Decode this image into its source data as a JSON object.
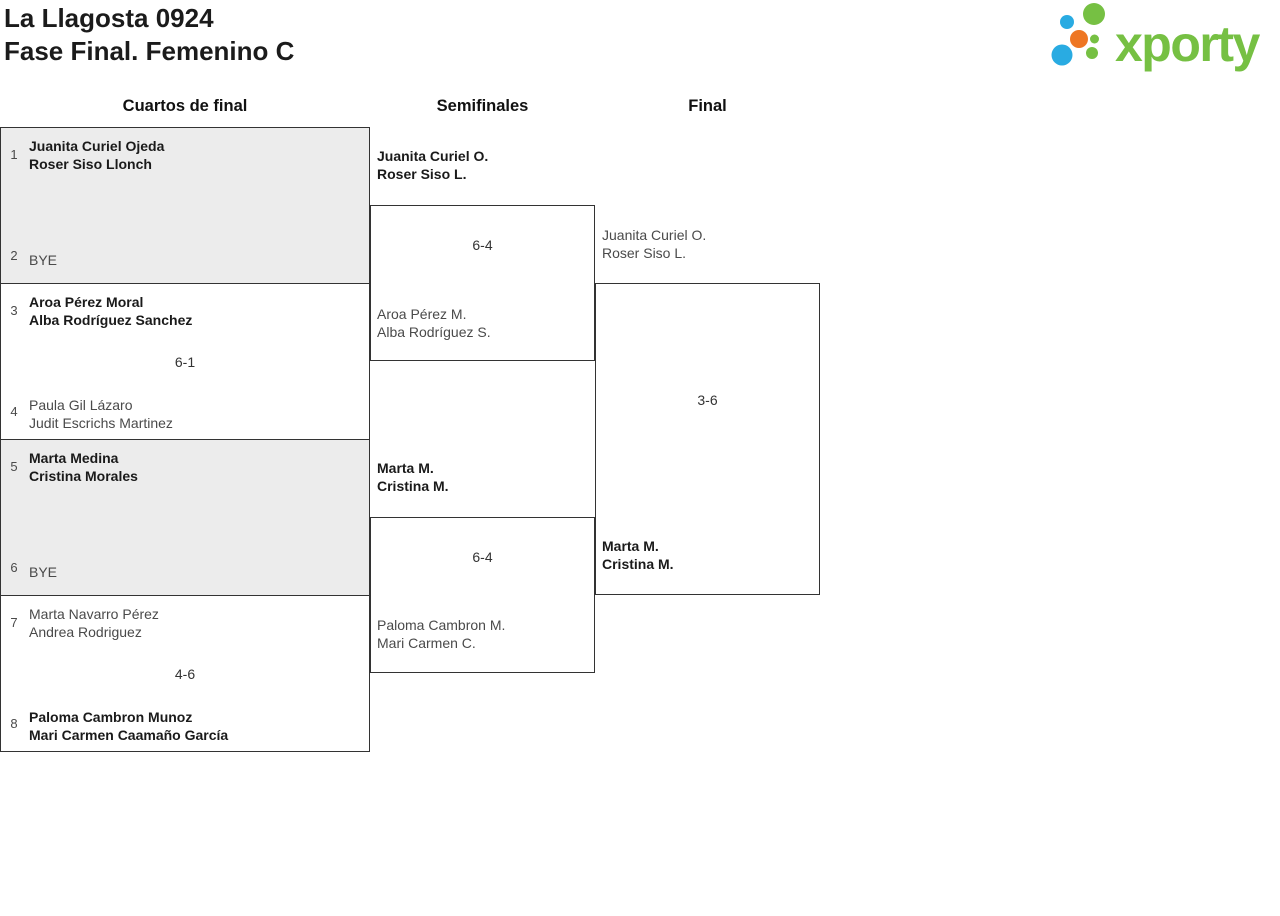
{
  "page": {
    "title_line1": "La Llagosta 0924",
    "title_line2": "Fase Final. Femenino C"
  },
  "logo": {
    "text": "xporty",
    "green": "#76c043",
    "blue": "#29abe2",
    "orange": "#ee7623"
  },
  "round_headers": {
    "quarters": "Cuartos de final",
    "semis": "Semifinales",
    "final": "Final"
  },
  "colors": {
    "bye_box_background": "#ececec",
    "box_border": "#333333",
    "winner_text": "#1a1a1a",
    "loser_text": "#4a4a4a"
  },
  "bracket": {
    "qf": [
      {
        "seed_top": "1",
        "top1": "Juanita Curiel Ojeda",
        "top2": "Roser Siso Llonch",
        "score": "",
        "seed_bottom": "2",
        "bottom1": "BYE",
        "bottom2": ""
      },
      {
        "seed_top": "3",
        "top1": "Aroa Pérez Moral",
        "top2": "Alba Rodríguez Sanchez",
        "score": "6-1",
        "seed_bottom": "4",
        "bottom1": "Paula Gil Lázaro",
        "bottom2": "Judit Escrichs Martinez"
      },
      {
        "seed_top": "5",
        "top1": "Marta Medina",
        "top2": "Cristina Morales",
        "score": "",
        "seed_bottom": "6",
        "bottom1": "BYE",
        "bottom2": ""
      },
      {
        "seed_top": "7",
        "top1": "Marta Navarro Pérez",
        "top2": "Andrea Rodriguez",
        "score": "4-6",
        "seed_bottom": "8",
        "bottom1": "Paloma Cambron Munoz",
        "bottom2": "Mari Carmen Caamaño García"
      }
    ],
    "sf": [
      {
        "top1": "Juanita Curiel O.",
        "top2": "Roser Siso L.",
        "score": "6-4",
        "bottom1": "Aroa Pérez M.",
        "bottom2": "Alba Rodríguez S."
      },
      {
        "top1": "Marta M.",
        "top2": "Cristina M.",
        "score": "6-4",
        "bottom1": "Paloma Cambron M.",
        "bottom2": "Mari Carmen C."
      }
    ],
    "final": {
      "top1": "Juanita Curiel O.",
      "top2": "Roser Siso L.",
      "score": "3-6",
      "bottom1": "Marta M.",
      "bottom2": "Cristina M."
    }
  }
}
